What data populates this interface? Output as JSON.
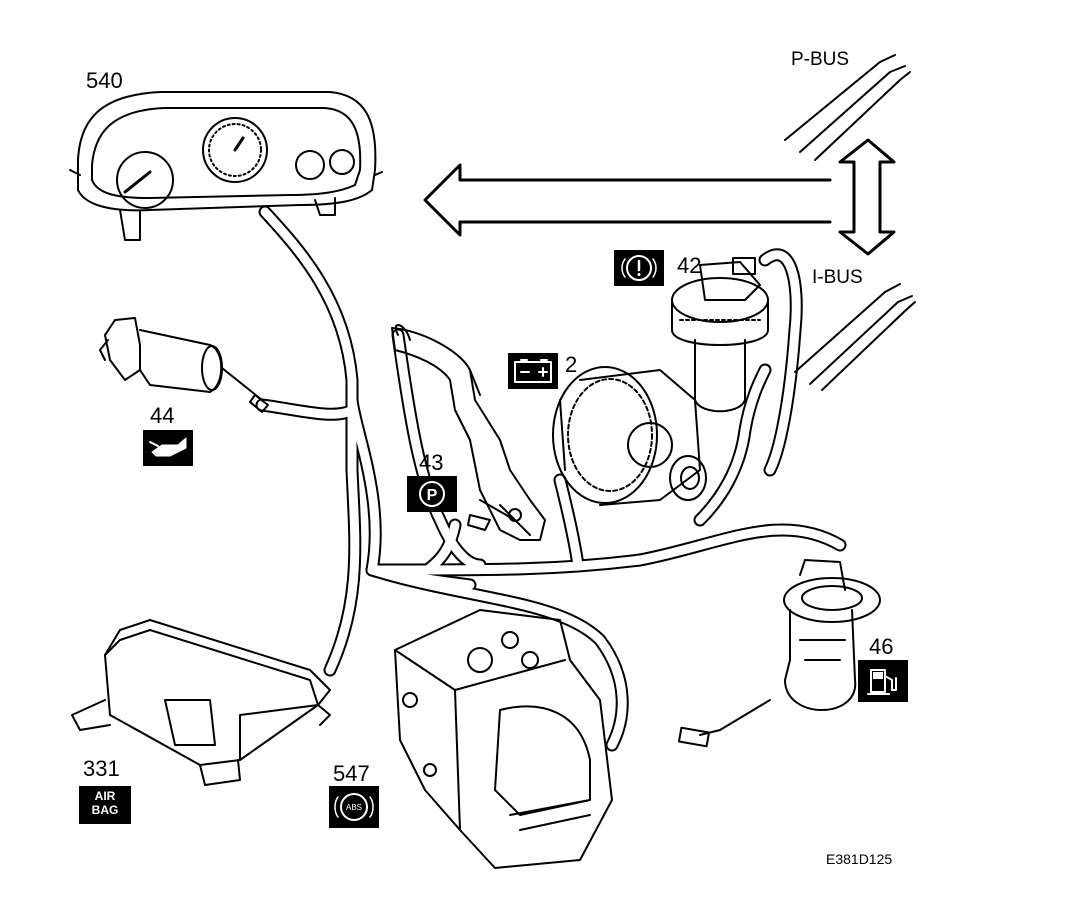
{
  "labels": {
    "cluster": "540",
    "oil_sensor": "44",
    "parking_brake": "43",
    "generator": "2",
    "brake_fluid": "42",
    "fuel_pump": "46",
    "airbag_module": "331",
    "abs_unit": "547",
    "p_bus": "P-BUS",
    "i_bus": "I-BUS",
    "figure_code": "E381D125"
  },
  "badges": {
    "airbag_line1": "AIR",
    "airbag_line2": "BAG",
    "abs": "ABS"
  },
  "icons": {
    "oil": "oil-can-icon",
    "parking": "parking-brake-icon",
    "battery": "battery-icon",
    "brake_warning": "brake-warning-icon",
    "fuel": "fuel-pump-icon",
    "abs": "abs-icon"
  },
  "colors": {
    "ink": "#000000",
    "paper": "#ffffff"
  }
}
